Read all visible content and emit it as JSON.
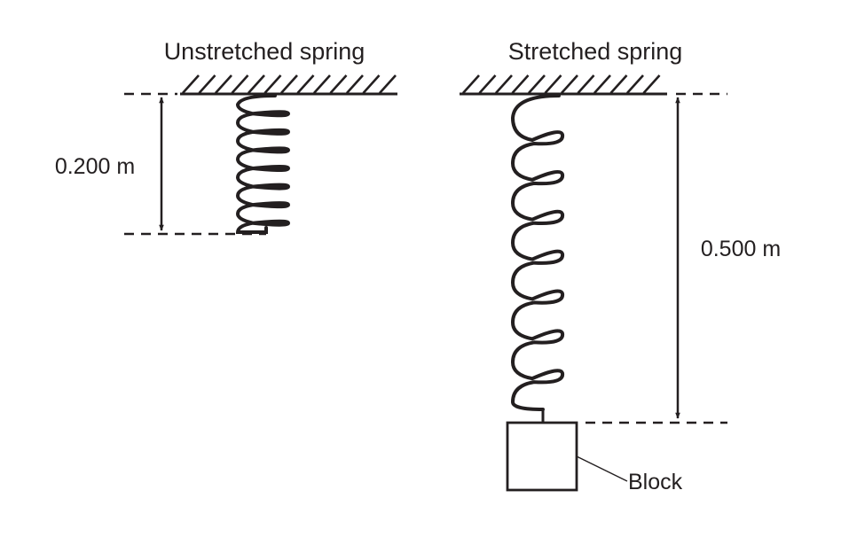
{
  "diagram": {
    "colors": {
      "ink": "#231f20",
      "background": "#ffffff"
    },
    "unstretched": {
      "title": "Unstretched spring",
      "length_label": "0.200 m",
      "length_m": 0.2,
      "coils": 7
    },
    "stretched": {
      "title": "Stretched spring",
      "length_label": "0.500 m",
      "length_m": 0.5,
      "coils": 7,
      "block_label": "Block"
    }
  }
}
